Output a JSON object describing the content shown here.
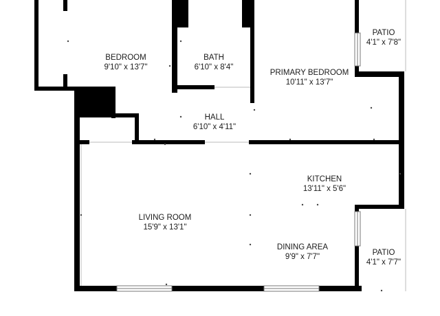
{
  "rooms": [
    {
      "id": "bedroom",
      "name": "BEDROOM",
      "dim": "9'10\" x 13'7\""
    },
    {
      "id": "bath",
      "name": "BATH",
      "dim": "6'10\" x 8'4\""
    },
    {
      "id": "primary-bedroom",
      "name": "PRIMARY BEDROOM",
      "dim": "10'11\" x 13'7\""
    },
    {
      "id": "patio-upper",
      "name": "PATIO",
      "dim": "4'1\" x 7'8\""
    },
    {
      "id": "hall",
      "name": "HALL",
      "dim": "6'10\" x 4'11\""
    },
    {
      "id": "kitchen",
      "name": "KITCHEN",
      "dim": "13'11\" x 5'6\""
    },
    {
      "id": "living-room",
      "name": "LIVING ROOM",
      "dim": "15'9\" x 13'1\""
    },
    {
      "id": "dining-area",
      "name": "DINING AREA",
      "dim": "9'9\" x 7'7\""
    },
    {
      "id": "patio-lower",
      "name": "PATIO",
      "dim": "4'1\" x 7'7\""
    }
  ]
}
